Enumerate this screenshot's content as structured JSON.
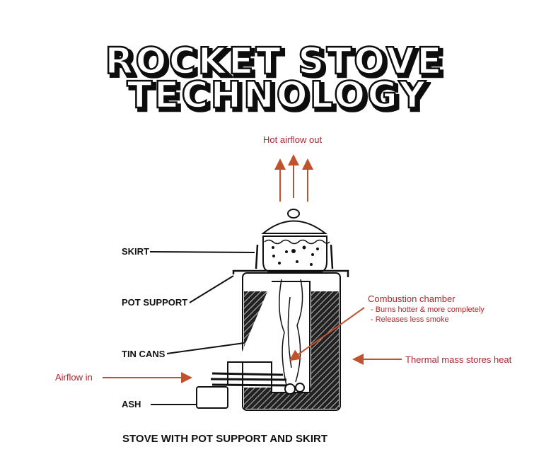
{
  "title": {
    "line1": "ROCKET STOVE",
    "line2": "TECHNOLOGY"
  },
  "labels": {
    "skirt": "SKIRT",
    "pot_support": "POT SUPPORT",
    "tin_cans": "TIN CANS",
    "ash": "ASH",
    "caption": "STOVE WITH POT SUPPORT AND SKIRT"
  },
  "annotations": {
    "hot_airflow": "Hot airflow out",
    "combustion": "Combustion chamber",
    "combustion_bullets": [
      "- Burns hotter &  more completely",
      "- Releases less smoke"
    ],
    "thermal_mass": "Thermal mass stores heat",
    "airflow_in": "Airflow in"
  },
  "colors": {
    "annotation": "#b2262f",
    "arrow": "#c0532e",
    "ink": "#111111"
  }
}
